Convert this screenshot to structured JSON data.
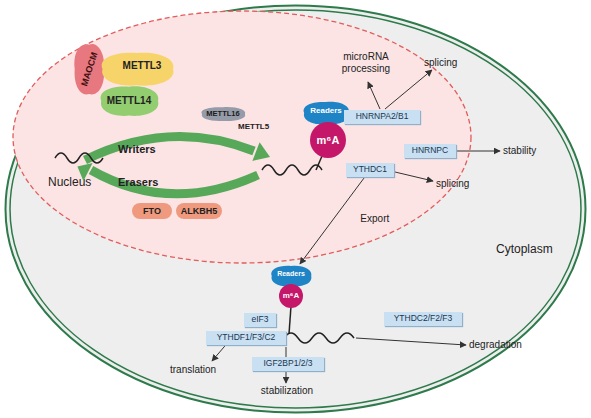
{
  "diagram": {
    "nodes": [
      {
        "text": [
          "Cytoplasm"
        ]
      },
      {
        "text": [
          "Nucleus"
        ],
        "in": 0
      },
      {
        "text": [
          "MAOCM"
        ],
        "in": 1
      },
      {
        "text": [
          "METTL3"
        ],
        "in": 1
      },
      {
        "text": [
          "METTL14"
        ],
        "in": 1
      },
      {
        "text": [
          "METTL16"
        ],
        "in": 1
      },
      {
        "text": [
          "FTO"
        ],
        "in": 1
      },
      {
        "text": [
          "ALKBH5"
        ],
        "in": 1
      },
      {
        "text": [
          "Readers"
        ],
        "in": 1
      },
      {
        "text": [
          "m⁶A"
        ],
        "in": 1
      },
      {
        "text": [
          "HNRNPA2/B1"
        ],
        "in": 1
      },
      {
        "text": [
          "HNRNPC"
        ],
        "in": 1
      },
      {
        "text": [
          "YTHDC1"
        ],
        "in": 1
      },
      {
        "text": [
          "Readers"
        ],
        "in": 0
      },
      {
        "text": [
          "m⁶A"
        ],
        "in": 0
      },
      {
        "text": [
          "eIF3"
        ],
        "in": 0
      },
      {
        "text": [
          "YTHDF1/F3/C2"
        ],
        "in": 0
      },
      {
        "text": [
          "YTHDC2/F2/F3"
        ],
        "in": 0
      },
      {
        "text": [
          "IGF2BP1/2/3"
        ],
        "in": 0
      }
    ],
    "edges": [
      {
        "from": 12,
        "to": 13,
        "arrow": "to",
        "label": "Export"
      }
    ],
    "labels": [
      "Writers",
      "Erasers",
      "METTL5",
      "microRNA processing",
      "splicing",
      "stability",
      "splicing",
      "translation",
      "stabilization",
      "degradation"
    ]
  }
}
